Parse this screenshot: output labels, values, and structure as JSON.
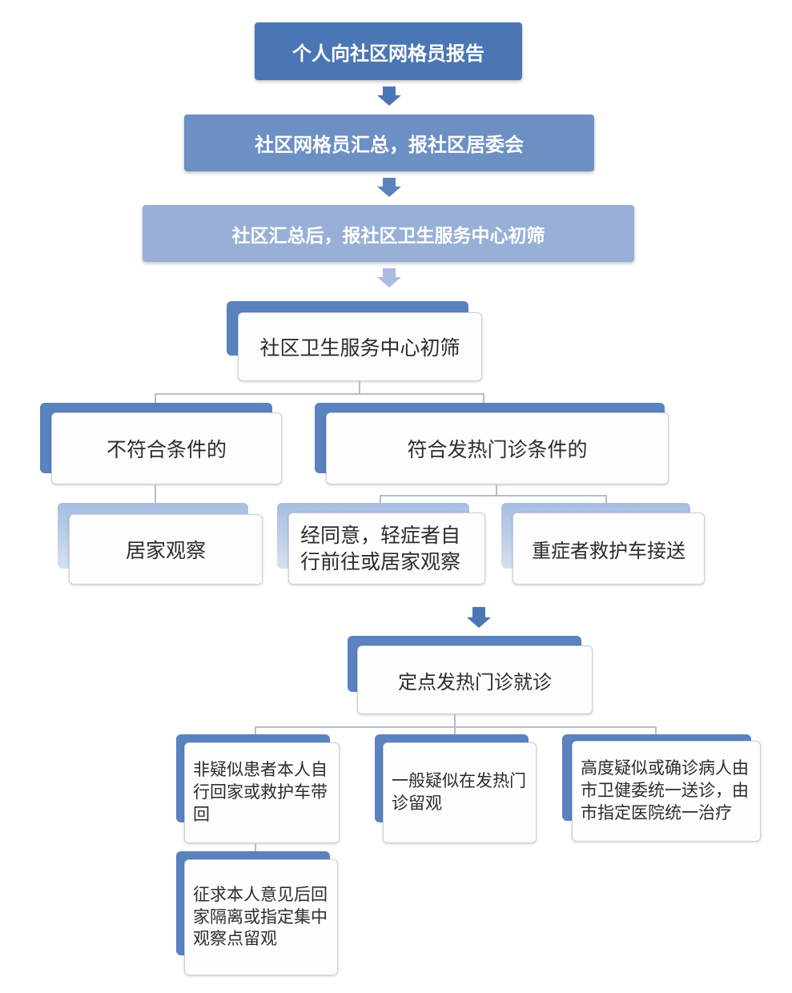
{
  "flow": {
    "step1": "个人向社区网格员报告",
    "step2": "社区网格员汇总，报社区居委会",
    "step3": "社区汇总后，报社区卫生服务中心初筛",
    "screening": "社区卫生服务中心初筛",
    "not_eligible": "不符合条件的",
    "eligible": "符合发热门诊条件的",
    "home_observe": "居家观察",
    "mild_option": "经同意，轻症者自行前往或居家观察",
    "severe_option": "重症者救护车接送",
    "clinic_visit": "定点发热门诊就诊",
    "non_suspected": "非疑似患者本人自行回家或救护车带回",
    "general_suspected": "一般疑似在发热门诊留观",
    "high_suspected": "高度疑似或确诊病人由市卫健委统一送诊，由市指定医院统一治疗",
    "isolation_option": "征求本人意见后回家隔离或指定集中观察点留观"
  },
  "colors": {
    "bar_dark": "#4a76b3",
    "bar_mid": "#6c8fc4",
    "bar_light": "#98b0d8",
    "tab_blue": "#5a82bf",
    "connector": "#b4bfcc"
  }
}
